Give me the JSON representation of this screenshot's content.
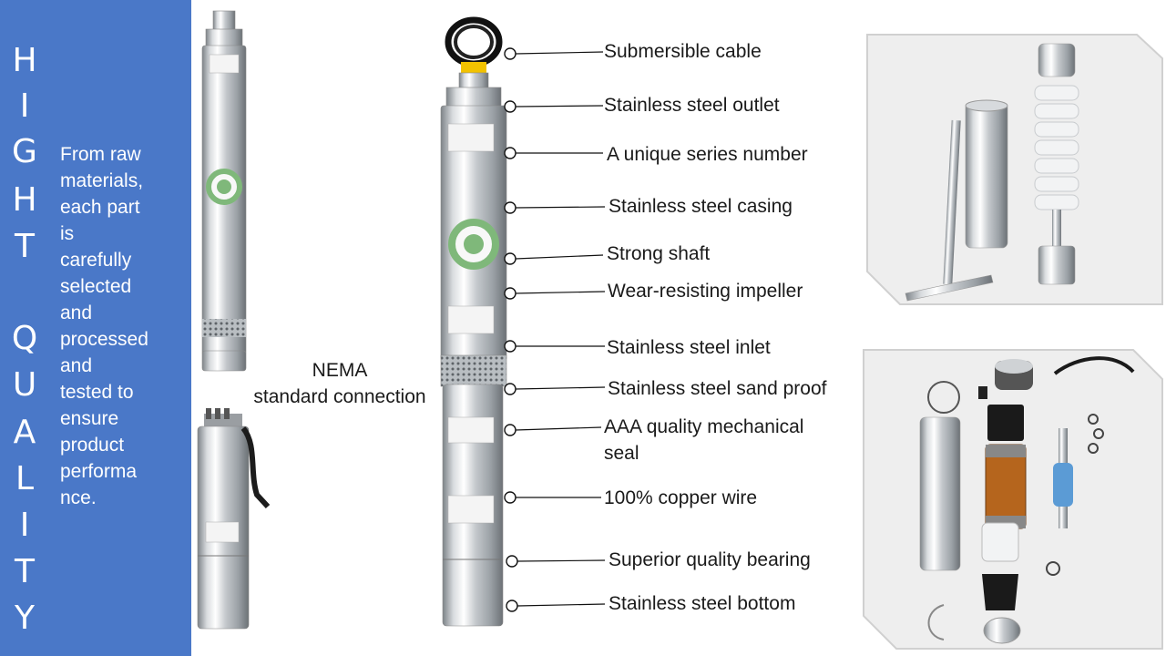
{
  "sidebar": {
    "vertical_title": [
      "H",
      "I",
      "G",
      "H",
      "T",
      "",
      "Q",
      "U",
      "A",
      "L",
      "I",
      "T",
      "Y"
    ],
    "blurb": "From raw\nmaterials,\neach part\nis\ncarefully\nselected\nand\nprocessed\nand\ntested to\nensure\nproduct\nperforma\nnce."
  },
  "nema_label": {
    "line1": "NEMA",
    "line2": "standard connection"
  },
  "callouts": [
    {
      "id": "cable",
      "text": "Submersible cable"
    },
    {
      "id": "outlet",
      "text": "Stainless steel outlet"
    },
    {
      "id": "series",
      "text": "A unique series number"
    },
    {
      "id": "casing",
      "text": "Stainless steel casing"
    },
    {
      "id": "shaft",
      "text": "Strong shaft"
    },
    {
      "id": "impeller",
      "text": "Wear-resisting impeller"
    },
    {
      "id": "inlet",
      "text": "Stainless steel inlet"
    },
    {
      "id": "sandproof",
      "text": "Stainless steel sand proof"
    },
    {
      "id": "seal",
      "text": "AAA quality mechanical seal"
    },
    {
      "id": "copper",
      "text": "100% copper wire"
    },
    {
      "id": "bearing",
      "text": "Superior quality bearing"
    },
    {
      "id": "bottom",
      "text": "Stainless steel bottom"
    }
  ],
  "colors": {
    "sidebar_blue": "#4a78c8",
    "steel_light": "#eef0f2",
    "steel_dark": "#8c9196",
    "badge_green": "#7fb87a",
    "photo_bg": "#eeeeee"
  }
}
